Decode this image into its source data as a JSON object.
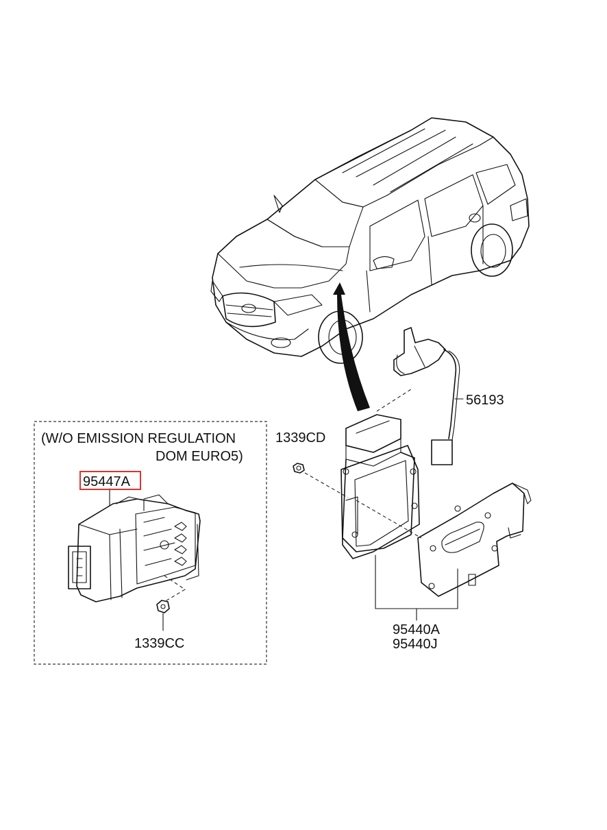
{
  "labels": {
    "part_56193": "56193",
    "part_1339CD": "1339CD",
    "part_95440A": "95440A",
    "part_95440J": "95440J",
    "part_95447A": "95447A",
    "part_1339CC": "1339CC"
  },
  "note": {
    "line1": "(W/O  EMISSION REGULATION",
    "line2": "DOM EURO5)"
  },
  "colors": {
    "highlight": "#e0322f",
    "line": "#111111"
  }
}
